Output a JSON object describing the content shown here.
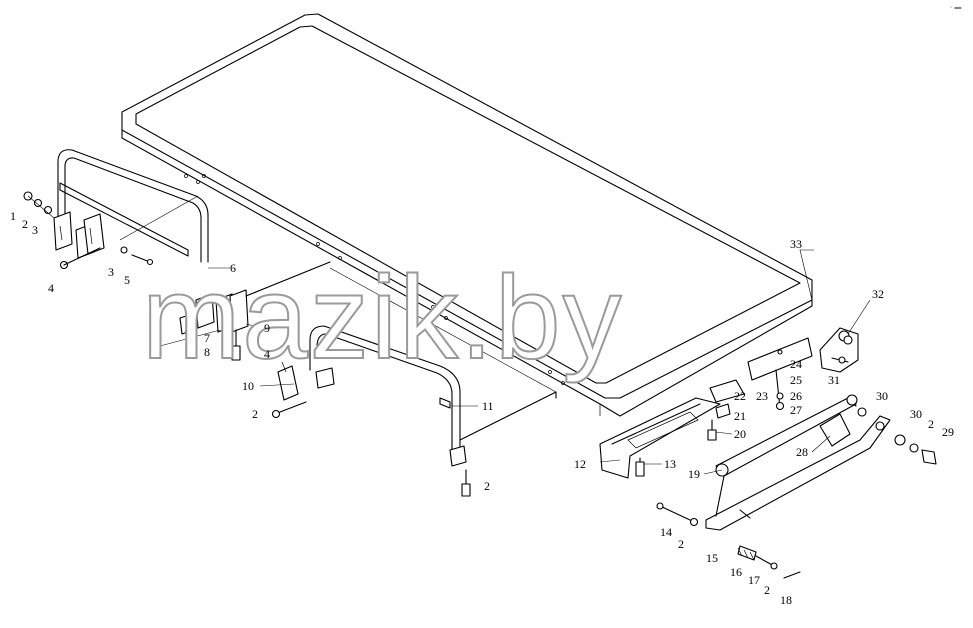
{
  "watermark": {
    "text": "mazik.by",
    "color": "#9a9a9a"
  },
  "corner_mark": "◦ ▬",
  "labels": {
    "l1": "1",
    "l2a": "2",
    "l3a": "3",
    "l3b": "3",
    "l4a": "4",
    "l5": "5",
    "l6": "6",
    "l7": "7",
    "l8": "8",
    "l9": "9",
    "l4b": "4",
    "l10": "10",
    "l2b": "2",
    "l11": "11",
    "l2c": "2",
    "l12": "12",
    "l13": "13",
    "l14": "14",
    "l2d": "2",
    "l15": "15",
    "l16": "16",
    "l17": "17",
    "l2e": "2",
    "l18": "18",
    "l19": "19",
    "l20": "20",
    "l21": "21",
    "l22": "22",
    "l23": "23",
    "l24": "24",
    "l25": "25",
    "l26": "26",
    "l27": "27",
    "l28": "28",
    "l29": "29",
    "l30a": "30",
    "l30b": "30",
    "l2f": "2",
    "l31": "31",
    "l32": "32",
    "l33": "33"
  }
}
